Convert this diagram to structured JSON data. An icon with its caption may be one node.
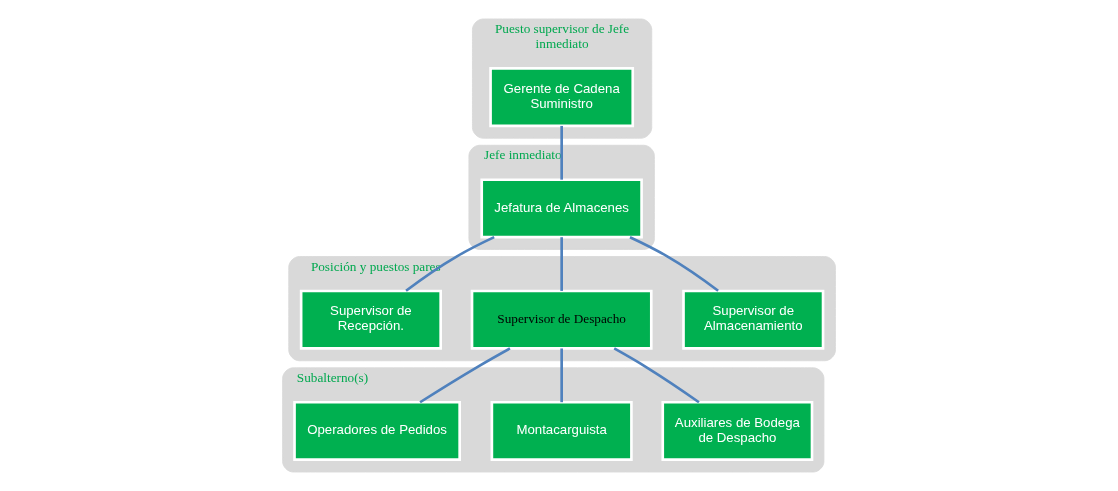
{
  "diagram": {
    "nodes": [
      {
        "text": [
          "Puesto supervisor de Jefe inmediato"
        ]
      },
      {
        "text": [
          "Gerente de Cadena Suministro"
        ],
        "in": 0
      },
      {
        "text": [
          "Jefe inmediato"
        ]
      },
      {
        "text": [
          "Jefatura de Almacenes"
        ],
        "in": 2
      },
      {
        "text": [
          "Posición y puestos pares"
        ]
      },
      {
        "text": [
          "Supervisor de Almacenamiento"
        ],
        "in": 4
      },
      {
        "text": [
          "Supervisor de Despacho"
        ],
        "in": 4
      },
      {
        "text": [
          "Supervisor de Recepción."
        ],
        "in": 4
      },
      {
        "text": [
          "Subalterno(s)"
        ]
      },
      {
        "text": [
          "Auxiliares de Bodega de Despacho"
        ],
        "in": 8
      },
      {
        "text": [
          "Montacarguista"
        ],
        "in": 8
      },
      {
        "text": [
          "Operadores de Pedidos"
        ],
        "in": 8
      }
    ],
    "edges": [
      {
        "from": 1,
        "to": 3,
        "arrow": "none"
      },
      {
        "from": 3,
        "to": 5,
        "arrow": "none"
      },
      {
        "from": 3,
        "to": 6,
        "arrow": "none"
      },
      {
        "from": 3,
        "to": 7,
        "arrow": "none"
      },
      {
        "from": 6,
        "to": 9,
        "arrow": "none"
      },
      {
        "from": 6,
        "to": 10,
        "arrow": "none"
      },
      {
        "from": 6,
        "to": 11,
        "arrow": "none"
      }
    ]
  }
}
